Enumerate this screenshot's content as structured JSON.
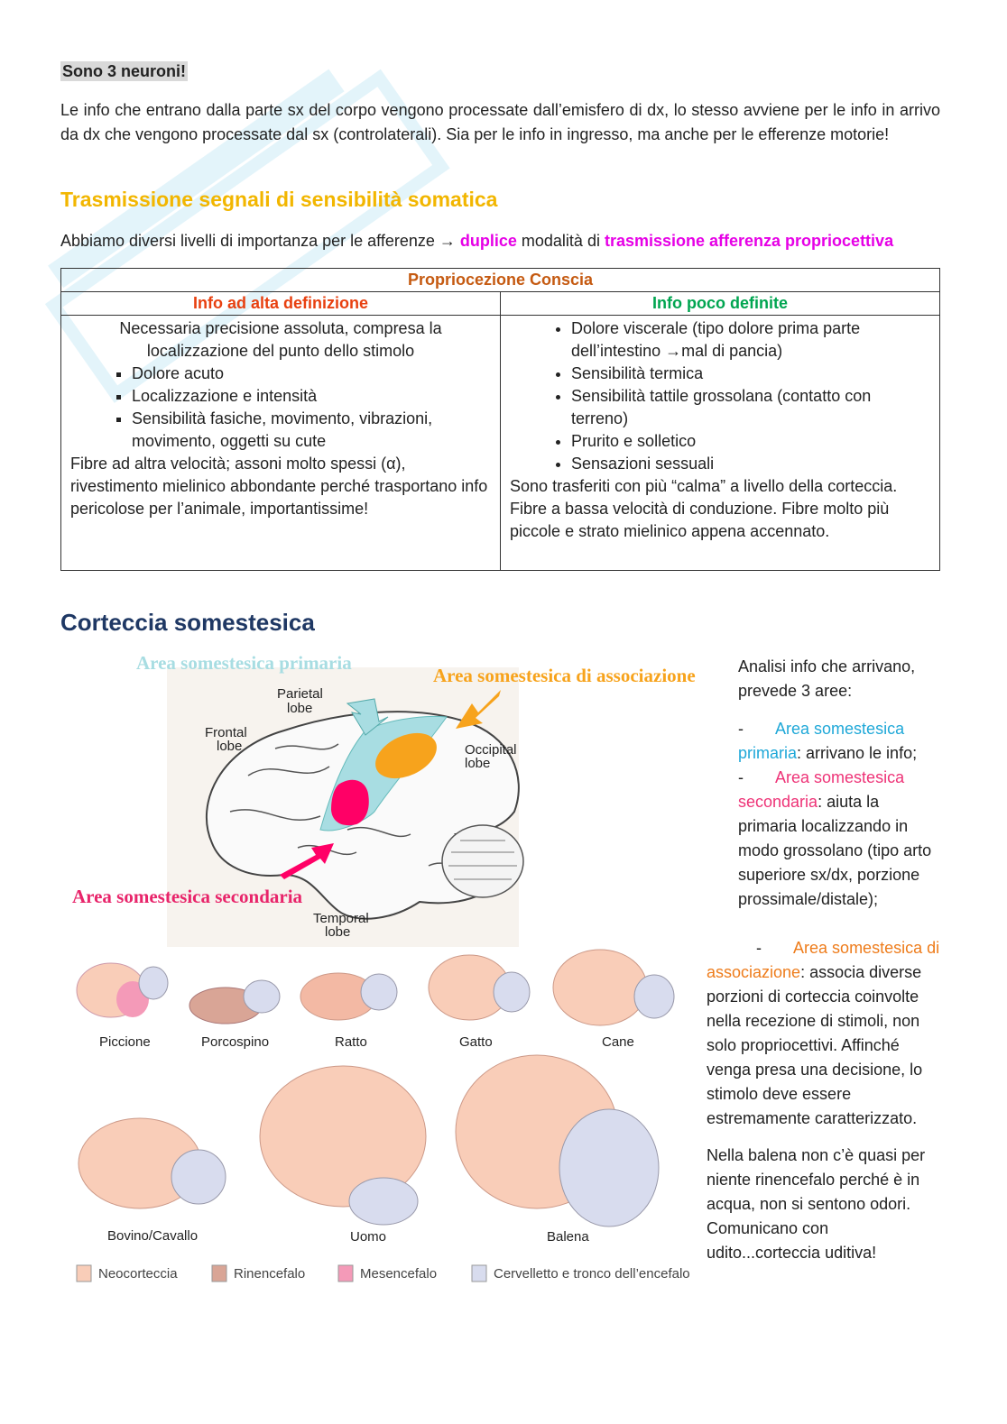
{
  "intro": {
    "highlight": "Sono 3 neuroni!",
    "paragraph": "Le info che entrano dalla parte sx del corpo vengono processate dall’emisfero di dx, lo stesso avviene per le info in arrivo da dx che vengono processate dal sx (controlaterali). Sia per le info in ingresso, ma anche per le efferenze motorie!"
  },
  "section1": {
    "title": "Trasmissione segnali di sensibilità somatica",
    "lead_prefix": "Abbiamo diversi livelli di importanza per le afferenze ",
    "lead_arrow": "→",
    "lead_duplice": "duplice",
    "lead_mid": " modalità di ",
    "lead_highlight": "trasmissione afferenza propriocettiva"
  },
  "table": {
    "header": "Propriocezione Conscia",
    "col1_title": "Info ad alta definizione",
    "col2_title": "Info poco definite",
    "col1_intro": "Necessaria precisione assoluta, compresa la localizzazione del punto dello stimolo",
    "col1_items": [
      "Dolore acuto",
      "Localizzazione e intensità",
      "Sensibilità fasiche, movimento, vibrazioni, movimento, oggetti su cute"
    ],
    "col1_outro": "Fibre ad altra velocità; assoni molto spessi (α), rivestimento mielinico abbondante perché trasportano info pericolose per l’animale, importantissime!",
    "col2_items": [
      "Dolore viscerale (tipo dolore prima parte dell’intestino →mal di pancia)",
      "Sensibilità termica",
      "Sensibilità tattile grossolana (contatto con terreno)",
      "Prurito e solletico",
      "Sensazioni sessuali"
    ],
    "col2_outro": "Sono trasferiti con più “calma” a livello della corteccia. Fibre a bassa velocità di conduzione. Fibre molto più piccole e strato mielinico appena accennato."
  },
  "section2": {
    "title": "Corteccia somestesica",
    "intro": "Analisi info che arrivano, prevede 3 aree:",
    "items": [
      {
        "dash": "-",
        "name": "Area somestesica primaria",
        "desc": ": arrivano le info;"
      },
      {
        "dash": "-",
        "name": "Area somestesica secondaria",
        "desc": ": aiuta la primaria localizzando in modo grossolano (tipo arto superiore sx/dx, porzione prossimale/distale);"
      },
      {
        "dash": "-",
        "name": "Area somestesica di associazione",
        "desc": ": associa diverse porzioni di corteccia coinvolte nella recezione di stimoli, non solo propriocettivi. Affinché venga presa una decisione, lo stimolo deve essere estremamente caratterizzato."
      }
    ],
    "whale_note": "Nella balena non c’è quasi per niente rinencefalo perché è in acqua, non si sentono odori. Comunicano con udito...corteccia uditiva!"
  },
  "figure1": {
    "label_primary": "Area somestesica primaria",
    "label_assoc": "Area somestesica di associazione",
    "label_secondary": "Area somestesica secondaria",
    "label_parietal": [
      "Parietal",
      "lobe"
    ],
    "label_frontal": [
      "Frontal",
      "lobe"
    ],
    "label_occipital": [
      "Occipital",
      "lobe"
    ],
    "label_temporal": [
      "Temporal",
      "lobe"
    ],
    "colors": {
      "primary": "#a8dde2",
      "secondary": "#ff0066",
      "assoc": "#f7a31c"
    }
  },
  "figure2": {
    "animals_row1": [
      "Piccione",
      "Porcospino",
      "Ratto",
      "Gatto",
      "Cane"
    ],
    "animals_row2": [
      "Bovino/Cavallo",
      "Uomo",
      "Balena"
    ],
    "legend": [
      {
        "label": "Neocorteccia",
        "color": "#f9cdb8"
      },
      {
        "label": "Rinencefalo",
        "color": "#d9a596"
      },
      {
        "label": "Mesencefalo",
        "color": "#f49ab8"
      },
      {
        "label": "Cervelletto e tronco dell’encefalo",
        "color": "#d8dcee"
      }
    ]
  }
}
